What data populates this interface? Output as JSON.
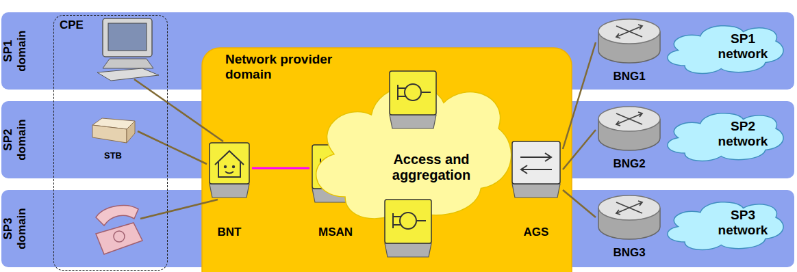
{
  "diagram": {
    "nodes": [
      {
        "text": [
          "SP1 domain"
        ]
      },
      {
        "text": [
          "SP2 domain"
        ]
      },
      {
        "text": [
          "SP3 domain"
        ]
      },
      {
        "text": [
          "CPE"
        ]
      },
      {
        "text": [
          "STB"
        ],
        "in": 3
      },
      {
        "text": [
          "Network provider domain"
        ]
      },
      {
        "text": [
          "BNT"
        ],
        "in": 5
      },
      {
        "text": [
          "MSAN"
        ],
        "in": 5
      },
      {
        "text": [
          "Access and aggregation"
        ],
        "in": 5
      },
      {
        "text": [
          "AGS"
        ],
        "in": 5
      },
      {
        "text": [
          "BNG1"
        ],
        "in": 0
      },
      {
        "text": [
          "SP1 network"
        ],
        "in": 0
      },
      {
        "text": [
          "BNG2"
        ],
        "in": 1
      },
      {
        "text": [
          "SP2 network"
        ],
        "in": 1
      },
      {
        "text": [
          "BNG3"
        ],
        "in": 2
      },
      {
        "text": [
          "SP3 network"
        ],
        "in": 2
      }
    ],
    "edges": [
      {
        "from": 4,
        "to": 6,
        "arrow": "none"
      },
      {
        "from": 6,
        "to": 7,
        "arrow": "none"
      },
      {
        "from": 9,
        "to": 10,
        "arrow": "none"
      },
      {
        "from": 9,
        "to": 12,
        "arrow": "none"
      },
      {
        "from": 9,
        "to": 14,
        "arrow": "none"
      }
    ]
  }
}
